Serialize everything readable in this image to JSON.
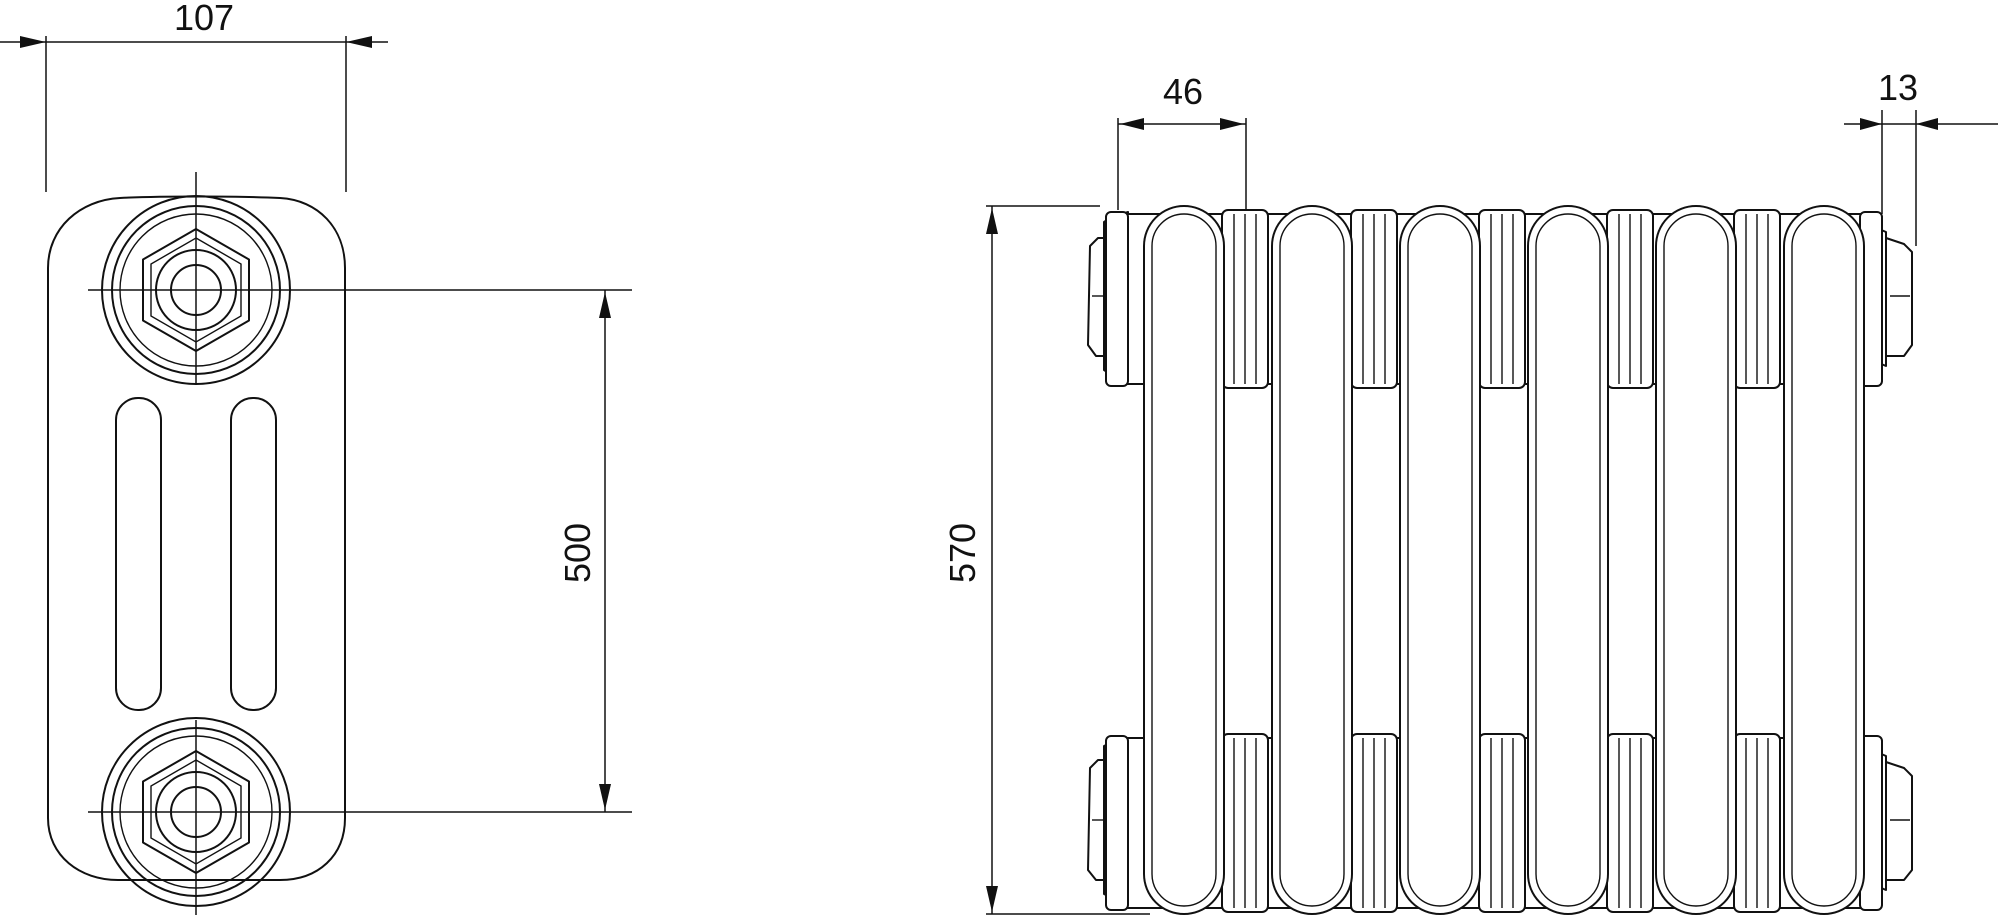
{
  "side_view": {
    "width_label": "107",
    "height_label": "500"
  },
  "front_view": {
    "section_pitch_label": "46",
    "plug_depth_label": "13",
    "total_height_label": "570",
    "section_count": 6
  },
  "colors": {
    "line": "#111111",
    "background": "#ffffff"
  }
}
